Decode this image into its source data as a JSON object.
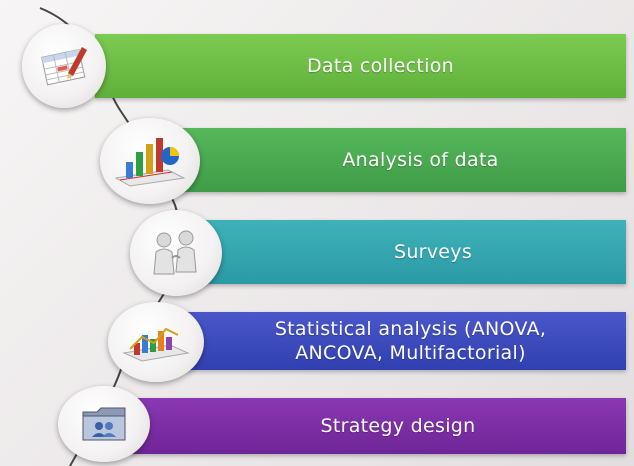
{
  "steps": [
    {
      "label": "Data collection",
      "icon": "spreadsheet-pencil-icon",
      "color": "#6cbd47"
    },
    {
      "label": "Analysis of data",
      "icon": "bar-chart-icon",
      "color": "#4aab52"
    },
    {
      "label": "Surveys",
      "icon": "people-icon",
      "color": "#35a7af"
    },
    {
      "label": "Statistical analysis (ANOVA,\nANCOVA, Multifactorial)",
      "icon": "3d-chart-icon",
      "color": "#3b4bbd"
    },
    {
      "label": "Strategy design",
      "icon": "folder-contacts-icon",
      "color": "#7c2fa5"
    }
  ]
}
